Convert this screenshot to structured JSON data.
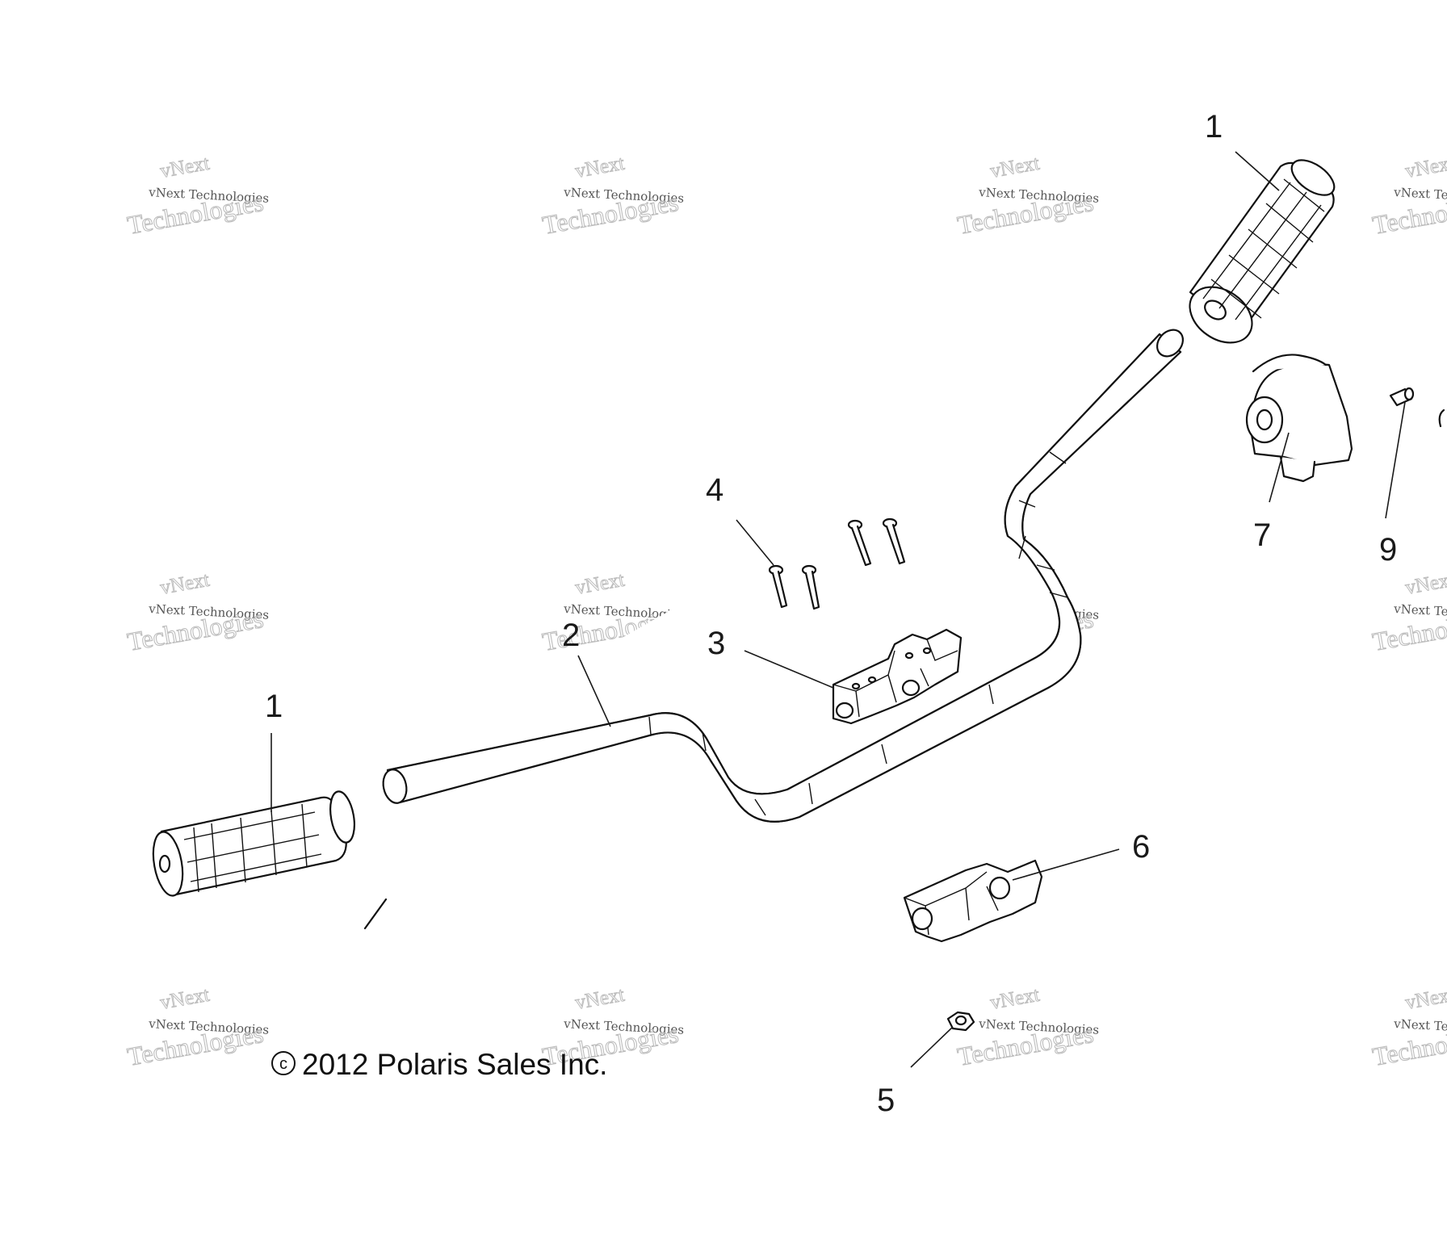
{
  "callouts": {
    "c1_left": "1",
    "c1_right": "1",
    "c2": "2",
    "c3": "3",
    "c4": "4",
    "c5": "5",
    "c6": "6",
    "c7": "7",
    "c9": "9"
  },
  "copyright": "2012 Polaris Sales Inc.",
  "copyright_symbol": "c",
  "watermark": {
    "line1": "vNext",
    "line2": "vNext Technologies",
    "line3": "Technologies"
  }
}
